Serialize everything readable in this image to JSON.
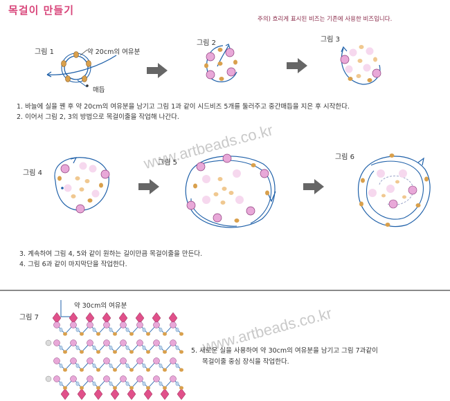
{
  "title": "목걸이 만들기",
  "note": "주의) 흐리게 표시된 비즈는 기존에 사용한 비즈입니다.",
  "watermark": "www.artbeads.co.kr",
  "figures": {
    "fig1": "그림 1",
    "fig2": "그림 2",
    "fig3": "그림 3",
    "fig4": "그림 4",
    "fig5": "그림 5",
    "fig6": "그림 6",
    "fig7": "그림 7"
  },
  "annotations": {
    "fig1_margin": "약 20cm의 여유분",
    "fig1_knot": "매듭",
    "fig7_margin": "약 30cm의 여유분"
  },
  "steps": {
    "s1": "1. 바늘에 실을 꿴 후 약 20cm의 여유분을 남기고 그림 1과 같이 시드비즈 5개를 둘러주고 중간매듭을 지은 후 시작한다.",
    "s2": "2. 이어서 그림 2, 3의 방법으로 목걸이줄을 작업해 나간다.",
    "s3": "3. 계속하여 그림 4, 5와 같이 원하는 길이만큼 목걸이줄을 만든다.",
    "s4": "4. 그림 6과 같이 마지막단을 작업한다.",
    "s5a": "5. 새로운 실을 사용하여  약 30cm의 여유분을  남기고  그림 7과같이",
    "s5b": "목걸이줄 중심 장식을 작업한다."
  },
  "colors": {
    "title": "#d8457a",
    "thread": "#1d5fa8",
    "seed_bead": "#d9a04c",
    "pearl": "#e8a8d8",
    "pearl_faded": "#f6d8ee",
    "crystal": "#e0508a",
    "arrow": "#666666"
  }
}
